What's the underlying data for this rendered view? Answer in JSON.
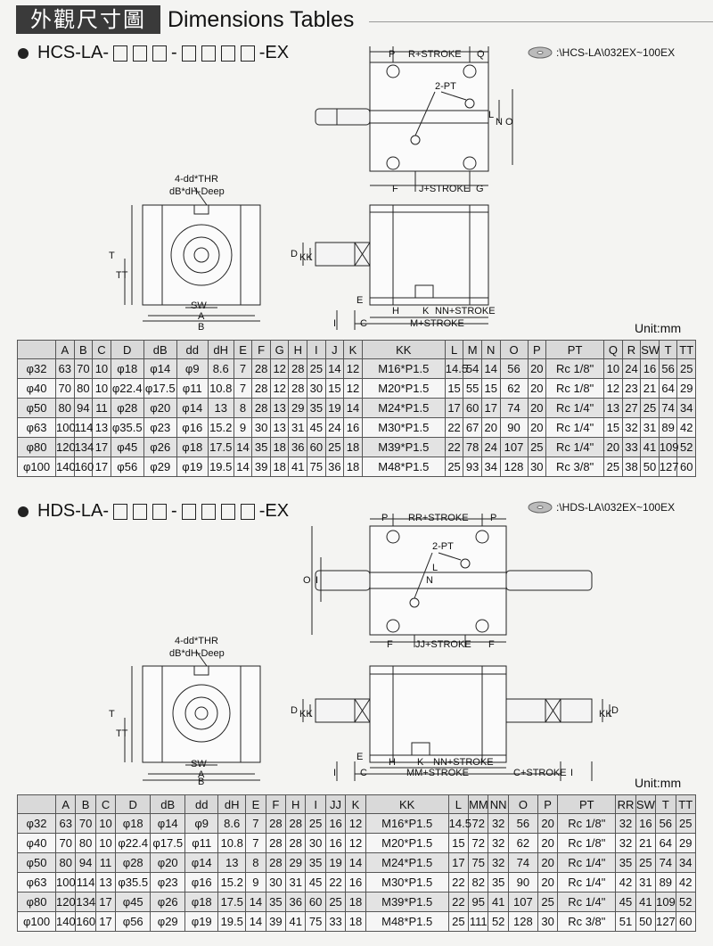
{
  "header": {
    "title_zh": "外觀尺寸圖",
    "title_en": "Dimensions Tables"
  },
  "section1": {
    "model_prefix": "HCS-LA-",
    "model_mid": "-",
    "model_suffix": "-EX",
    "path": ":\\HCS-LA\\032EX~100EX",
    "unit": "Unit:mm",
    "labels": {
      "p": "P",
      "rstroke": "R+STROKE",
      "q": "Q",
      "pt": "2-PT",
      "l": "L",
      "n": "N",
      "o": "O",
      "f": "F",
      "jstroke": "J+STROKE",
      "g": "G",
      "thr": "4-dd*THR",
      "deep": "dB*dH-Deep",
      "t": "T",
      "tt": "TT",
      "sw": "SW",
      "a": "A",
      "b": "B",
      "d": "D",
      "kk": "KK",
      "e": "E",
      "h": "H",
      "k": "K",
      "nn": "NN+STROKE",
      "i": "I",
      "c": "C",
      "m": "M+STROKE"
    },
    "table": {
      "headers": [
        "",
        "A",
        "B",
        "C",
        "D",
        "dB",
        "dd",
        "dH",
        "E",
        "F",
        "G",
        "H",
        "I",
        "J",
        "K",
        "KK",
        "L",
        "M",
        "N",
        "O",
        "P",
        "PT",
        "Q",
        "R",
        "SW",
        "T",
        "TT"
      ],
      "rows": [
        [
          "φ32",
          "63",
          "70",
          "10",
          "φ18",
          "φ14",
          "φ9",
          "8.6",
          "7",
          "28",
          "12",
          "28",
          "25",
          "14",
          "12",
          "M16*P1.5",
          "14.5",
          "54",
          "14",
          "56",
          "20",
          "Rc 1/8\"",
          "10",
          "24",
          "16",
          "56",
          "25"
        ],
        [
          "φ40",
          "70",
          "80",
          "10",
          "φ22.4",
          "φ17.5",
          "φ11",
          "10.8",
          "7",
          "28",
          "12",
          "28",
          "30",
          "15",
          "12",
          "M20*P1.5",
          "15",
          "55",
          "15",
          "62",
          "20",
          "Rc 1/8\"",
          "12",
          "23",
          "21",
          "64",
          "29"
        ],
        [
          "φ50",
          "80",
          "94",
          "11",
          "φ28",
          "φ20",
          "φ14",
          "13",
          "8",
          "28",
          "13",
          "29",
          "35",
          "19",
          "14",
          "M24*P1.5",
          "17",
          "60",
          "17",
          "74",
          "20",
          "Rc 1/4\"",
          "13",
          "27",
          "25",
          "74",
          "34"
        ],
        [
          "φ63",
          "100",
          "114",
          "13",
          "φ35.5",
          "φ23",
          "φ16",
          "15.2",
          "9",
          "30",
          "13",
          "31",
          "45",
          "24",
          "16",
          "M30*P1.5",
          "22",
          "67",
          "20",
          "90",
          "20",
          "Rc 1/4\"",
          "15",
          "32",
          "31",
          "89",
          "42"
        ],
        [
          "φ80",
          "120",
          "134",
          "17",
          "φ45",
          "φ26",
          "φ18",
          "17.5",
          "14",
          "35",
          "18",
          "36",
          "60",
          "25",
          "18",
          "M39*P1.5",
          "22",
          "78",
          "24",
          "107",
          "25",
          "Rc 1/4\"",
          "20",
          "33",
          "41",
          "109",
          "52"
        ],
        [
          "φ100",
          "140",
          "160",
          "17",
          "φ56",
          "φ29",
          "φ19",
          "19.5",
          "14",
          "39",
          "18",
          "41",
          "75",
          "36",
          "18",
          "M48*P1.5",
          "25",
          "93",
          "34",
          "128",
          "30",
          "Rc 3/8\"",
          "25",
          "38",
          "50",
          "127",
          "60"
        ]
      ]
    }
  },
  "section2": {
    "model_prefix": "HDS-LA-",
    "model_mid": "-",
    "model_suffix": "-EX",
    "path": ":\\HDS-LA\\032EX~100EX",
    "unit": "Unit:mm",
    "labels": {
      "p": "P",
      "rrstroke": "RR+STROKE",
      "p2": "P",
      "pt": "2-PT",
      "l": "L",
      "n": "N",
      "o": "O",
      "i": "I",
      "f": "F",
      "jjstroke": "JJ+STROKE",
      "f2": "F",
      "thr": "4-dd*THR",
      "deep": "dB*dH-Deep",
      "t": "T",
      "tt": "TT",
      "sw": "SW",
      "a": "A",
      "b": "B",
      "d": "D",
      "kk": "KK",
      "kk2": "KK",
      "d2": "D",
      "e": "E",
      "h": "H",
      "k": "K",
      "nn": "NN+STROKE",
      "i2": "I",
      "c": "C",
      "mm": "MM+STROKE",
      "cstroke": "C+STROKE",
      "i3": "I"
    },
    "table": {
      "headers": [
        "",
        "A",
        "B",
        "C",
        "D",
        "dB",
        "dd",
        "dH",
        "E",
        "F",
        "H",
        "I",
        "JJ",
        "K",
        "KK",
        "L",
        "MM",
        "NN",
        "O",
        "P",
        "PT",
        "RR",
        "SW",
        "T",
        "TT"
      ],
      "rows": [
        [
          "φ32",
          "63",
          "70",
          "10",
          "φ18",
          "φ14",
          "φ9",
          "8.6",
          "7",
          "28",
          "28",
          "25",
          "16",
          "12",
          "M16*P1.5",
          "14.5",
          "72",
          "32",
          "56",
          "20",
          "Rc 1/8\"",
          "32",
          "16",
          "56",
          "25"
        ],
        [
          "φ40",
          "70",
          "80",
          "10",
          "φ22.4",
          "φ17.5",
          "φ11",
          "10.8",
          "7",
          "28",
          "28",
          "30",
          "16",
          "12",
          "M20*P1.5",
          "15",
          "72",
          "32",
          "62",
          "20",
          "Rc 1/8\"",
          "32",
          "21",
          "64",
          "29"
        ],
        [
          "φ50",
          "80",
          "94",
          "11",
          "φ28",
          "φ20",
          "φ14",
          "13",
          "8",
          "28",
          "29",
          "35",
          "19",
          "14",
          "M24*P1.5",
          "17",
          "75",
          "32",
          "74",
          "20",
          "Rc 1/4\"",
          "35",
          "25",
          "74",
          "34"
        ],
        [
          "φ63",
          "100",
          "114",
          "13",
          "φ35.5",
          "φ23",
          "φ16",
          "15.2",
          "9",
          "30",
          "31",
          "45",
          "22",
          "16",
          "M30*P1.5",
          "22",
          "82",
          "35",
          "90",
          "20",
          "Rc 1/4\"",
          "42",
          "31",
          "89",
          "42"
        ],
        [
          "φ80",
          "120",
          "134",
          "17",
          "φ45",
          "φ26",
          "φ18",
          "17.5",
          "14",
          "35",
          "36",
          "60",
          "25",
          "18",
          "M39*P1.5",
          "22",
          "95",
          "41",
          "107",
          "25",
          "Rc 1/4\"",
          "45",
          "41",
          "109",
          "52"
        ],
        [
          "φ100",
          "140",
          "160",
          "17",
          "φ56",
          "φ29",
          "φ19",
          "19.5",
          "14",
          "39",
          "41",
          "75",
          "33",
          "18",
          "M48*P1.5",
          "25",
          "111",
          "52",
          "128",
          "30",
          "Rc 3/8\"",
          "51",
          "50",
          "127",
          "60"
        ]
      ]
    }
  }
}
